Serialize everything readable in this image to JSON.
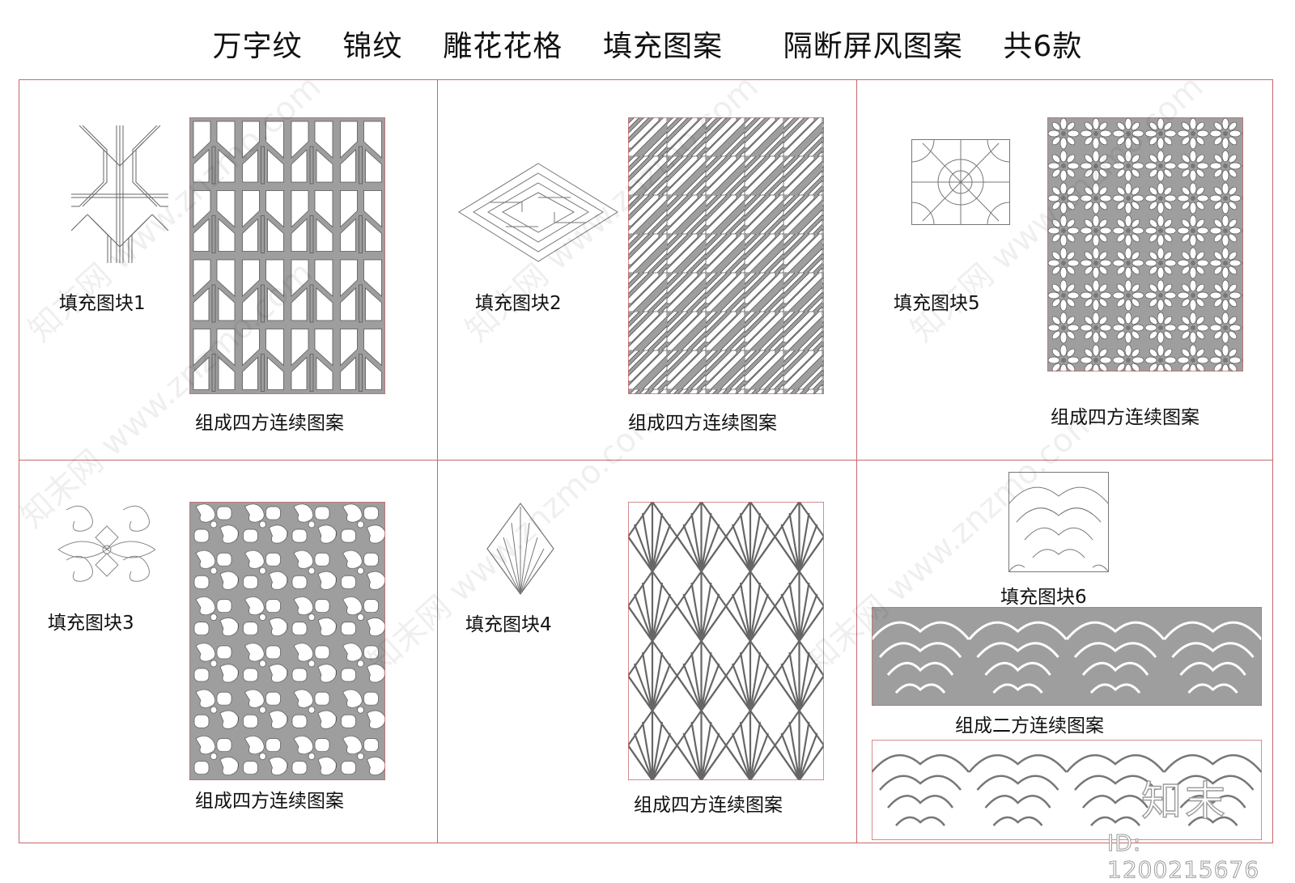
{
  "title": "万字纹    锦纹    雕花花格    填充图案      隔断屏风图案    共6款",
  "cells": [
    {
      "block_label": "填充图块1",
      "result_label": "组成四方连续图案"
    },
    {
      "block_label": "填充图块2",
      "result_label": "组成四方连续图案"
    },
    {
      "block_label": "填充图块5",
      "result_label": "组成四方连续图案"
    },
    {
      "block_label": "填充图块3",
      "result_label": "组成四方连续图案"
    },
    {
      "block_label": "填充图块4",
      "result_label": "组成四方连续图案"
    },
    {
      "block_label": "填充图块6",
      "result_label": "组成二方连续图案"
    }
  ],
  "watermark": {
    "text": "知末网 www.znzmo.com",
    "logo": "知末",
    "id": "ID: 1200215676"
  },
  "colors": {
    "border": "#c7686b",
    "pattern_fill": "#9e9e9e",
    "pattern_stroke": "#555555"
  }
}
